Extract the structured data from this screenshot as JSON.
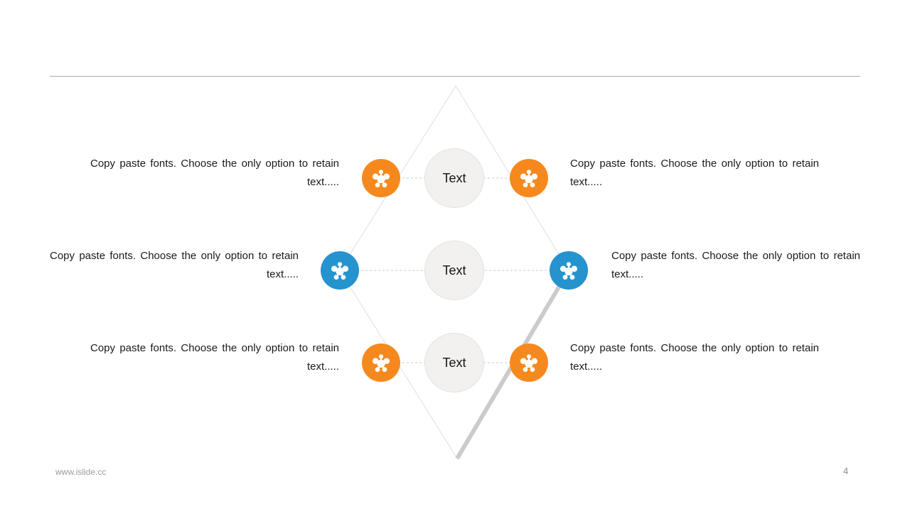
{
  "slide": {
    "footer": {
      "website": "www.islide.cc",
      "page_number": "4"
    },
    "colors": {
      "orange": "#F6891E",
      "blue": "#2593CE",
      "center_circle_fill": "#F2F1F0",
      "center_circle_border": "#E2E2E2",
      "divider_line": "#A9A9A9",
      "diamond_thin_edge": "#E4E4E4",
      "diamond_thick_edge": "#CBCBCB",
      "dashed_connector": "#C8C8C8"
    },
    "rows": [
      {
        "accent": "orange",
        "icon": "molecule-icon",
        "center_label": "Text",
        "left_text": "Copy paste fonts. Choose the only option to retain text.....",
        "right_text": "Copy paste fonts. Choose the only option to retain text....."
      },
      {
        "accent": "blue",
        "icon": "molecule-icon",
        "center_label": "Text",
        "left_text": "Copy paste fonts. Choose the only option to retain text.....",
        "right_text": "Copy paste fonts. Choose the only option to retain text....."
      },
      {
        "accent": "orange",
        "icon": "molecule-icon",
        "center_label": "Text",
        "left_text": "Copy paste fonts. Choose the only option to retain text.....",
        "right_text": "Copy paste fonts. Choose the only option to retain text....."
      }
    ]
  }
}
